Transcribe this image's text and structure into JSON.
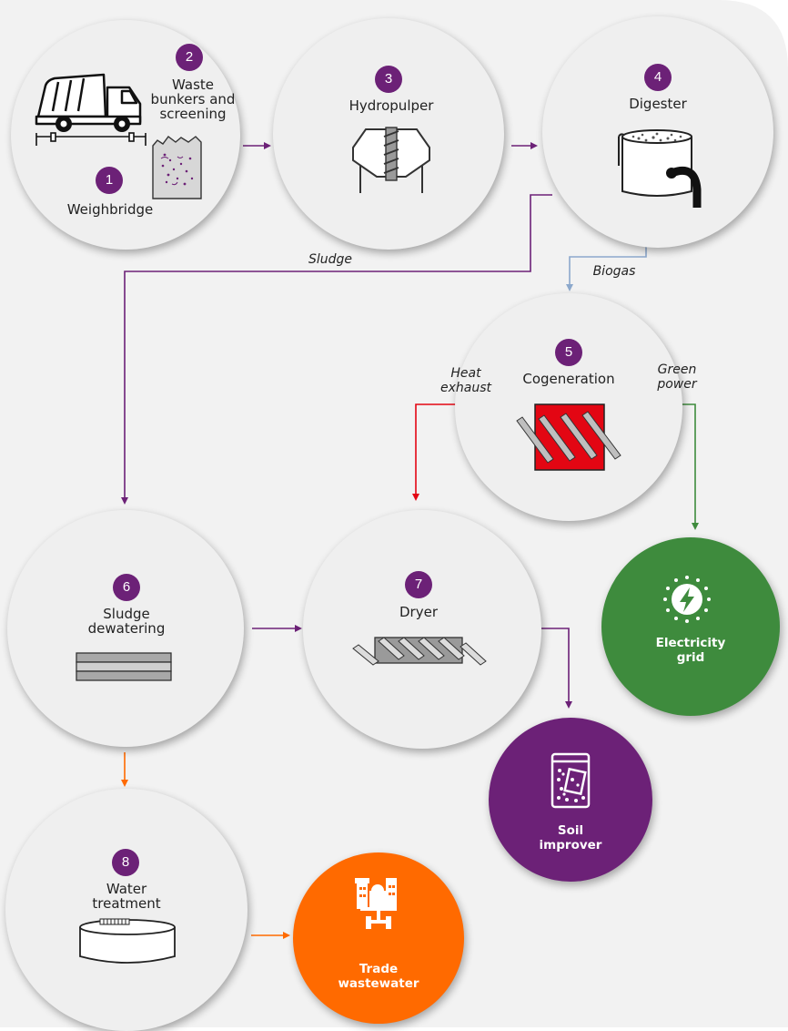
{
  "steps": {
    "weighbridge": {
      "number": "1",
      "label": "Weighbridge"
    },
    "waste_bunkers": {
      "number": "2",
      "label": "Waste\nbunkers and\nscreening"
    },
    "hydropulper": {
      "number": "3",
      "label": "Hydropulper"
    },
    "digester": {
      "number": "4",
      "label": "Digester"
    },
    "cogeneration": {
      "number": "5",
      "label": "Cogeneration"
    },
    "sludge_dewatering": {
      "number": "6",
      "label": "Sludge\ndewatering"
    },
    "dryer": {
      "number": "7",
      "label": "Dryer"
    },
    "water_treatment": {
      "number": "8",
      "label": "Water\ntreatment"
    }
  },
  "outputs": {
    "electricity_grid": {
      "label": "Electricity\ngrid"
    },
    "soil_improver": {
      "label": "Soil\nimprover"
    },
    "trade_wastewater": {
      "label": "Trade\nwastewater"
    }
  },
  "flows": {
    "sludge": "Sludge",
    "biogas": "Biogas",
    "heat_exhaust": "Heat\nexhaust",
    "green_power": "Green\npower"
  },
  "colors": {
    "badge": "#6c2177",
    "circle": "#efefef",
    "background_panel": "#f2f2f2",
    "purple_flow": "#6c2177",
    "blue_flow": "#8ca8cc",
    "red_flow": "#e30613",
    "green_flow": "#3e8b3d",
    "orange_flow": "#ff6a00",
    "electricity": "#3e8b3d",
    "soil": "#6c2177",
    "wastewater": "#ff6a00"
  },
  "icons": {
    "garbage_truck": "garbage-truck-icon",
    "bunker": "waste-bunker-icon",
    "hydropulper": "hydropulper-icon",
    "digester": "digester-tank-icon",
    "cogeneration": "cogeneration-unit-icon",
    "dewatering": "dewatering-press-icon",
    "dryer": "dryer-screw-icon",
    "water_tank": "water-tank-icon",
    "electricity": "lightning-bolt-icon",
    "soil_bag": "soil-bag-icon",
    "factory": "factory-pipe-icon"
  }
}
